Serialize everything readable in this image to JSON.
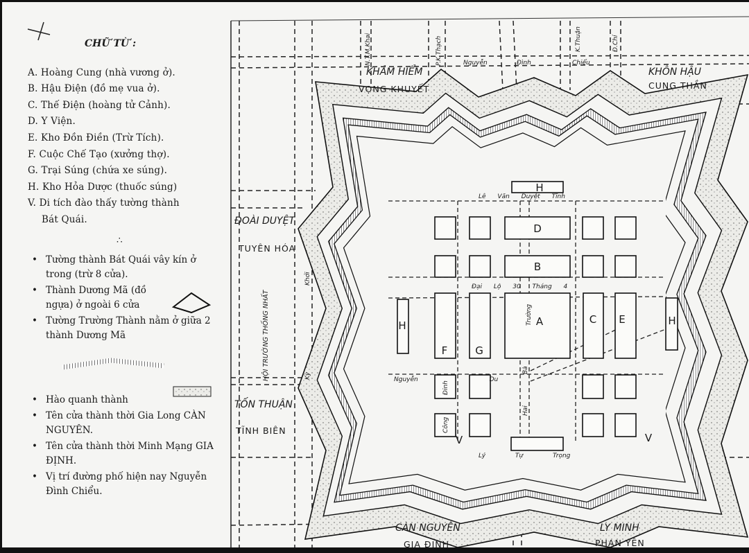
{
  "legend": {
    "title": "CHỮ TỪ :",
    "items": [
      "A. Hoàng Cung (nhà vương ở).",
      "B. Hậu Điện (đồ mẹ vua ở).",
      "C. Thế Điện (hoàng tử Cảnh).",
      "D. Y Viện.",
      "E. Kho Đồn Điền (Trừ Tích).",
      "F. Cuộc Chế Tạo (xưởng thợ).",
      "G. Trại Súng (chứa xe súng).",
      "H. Kho Hỏa Dược (thuốc súng)",
      "V. Di tích đào thấy tường thành",
      "Bát Quái."
    ],
    "separator": "∴",
    "bullets": [
      "Tường thành Bát Quái vây kín ở trong (trừ 8 cửa).",
      "Thành Dương Mã (đồ ngựa) ở ngoài 6 cửa",
      "Tường Trường Thành nằm ở giữa 2 thành Dương Mã"
    ],
    "bullets2": [
      "Hào quanh thành",
      "Tên cửa thành thời Gia Long CÀN NGUYÊN.",
      "Tên cửa thành thời Minh Mạng GIA ĐỊNH.",
      "Vị trí đường phố hiện nay Nguyễn Đình Chiểu."
    ]
  },
  "map": {
    "gates": {
      "nw_old": "KHẢM HIỂM",
      "nw_new": "VỌNG KHUYẾT",
      "ne_old": "KHÔN HẬU",
      "ne_new": "CUNG THẦN",
      "w1_old": "ĐOÀI DUYỆT",
      "w1_new": "TUYÊN HÓA",
      "w2_old": "TỐN THUẬN",
      "w2_new": "TĨNH BIÊN",
      "s1_old": "CÀN NGUYÊN",
      "s1_new": "GIA ĐỊNH",
      "s2_old": "LY MINH",
      "s2_new": "PHAN YÊN"
    },
    "streets": {
      "top1": "Nguyễn",
      "top2": "Đình",
      "top3": "Chiểu",
      "v1": "N.T.M.Khai",
      "v2": "P.K.Thạch",
      "v3": "K.Thuận",
      "v4": "Đ.Chí",
      "le_van_duyet": "Lê Văn Duyệt Tĩnh",
      "dai_lo": "Đại Lộ 30 Tháng 4",
      "hoi_truong": "HỘI TRƯỜNG THỐNG NHẤT",
      "khoi": "Khởi",
      "ky": "Kỳ",
      "nguyen_du": "Nguyễn Du",
      "ly_tu_trong": "Lý Tự Trọng",
      "truong": "Trường",
      "hai": "Hai",
      "ba": "Bà",
      "dinh": "Đinh",
      "cong": "Công"
    },
    "buildings": {
      "A": "A",
      "B": "B",
      "C": "C",
      "D": "D",
      "E": "E",
      "F": "F",
      "G": "G",
      "H": "H",
      "V": "V"
    }
  }
}
